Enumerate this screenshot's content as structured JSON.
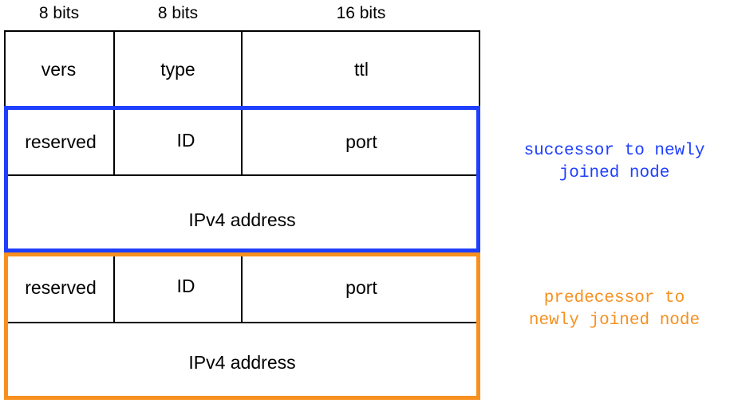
{
  "header": {
    "col1": "8 bits",
    "col2": "8 bits",
    "col3": "16 bits"
  },
  "row1": {
    "vers": "vers",
    "type": "type",
    "ttl": "ttl"
  },
  "successor": {
    "reserved": "reserved",
    "id": "ID",
    "port": "port",
    "address": "IPv4 address",
    "caption_line1": "successor to newly",
    "caption_line2": "joined node",
    "color": "#1f3fff"
  },
  "predecessor": {
    "reserved": "reserved",
    "id": "ID",
    "port": "port",
    "address": "IPv4 address",
    "caption_line1": "predecessor to",
    "caption_line2": "newly joined node",
    "color": "#f7901e"
  }
}
